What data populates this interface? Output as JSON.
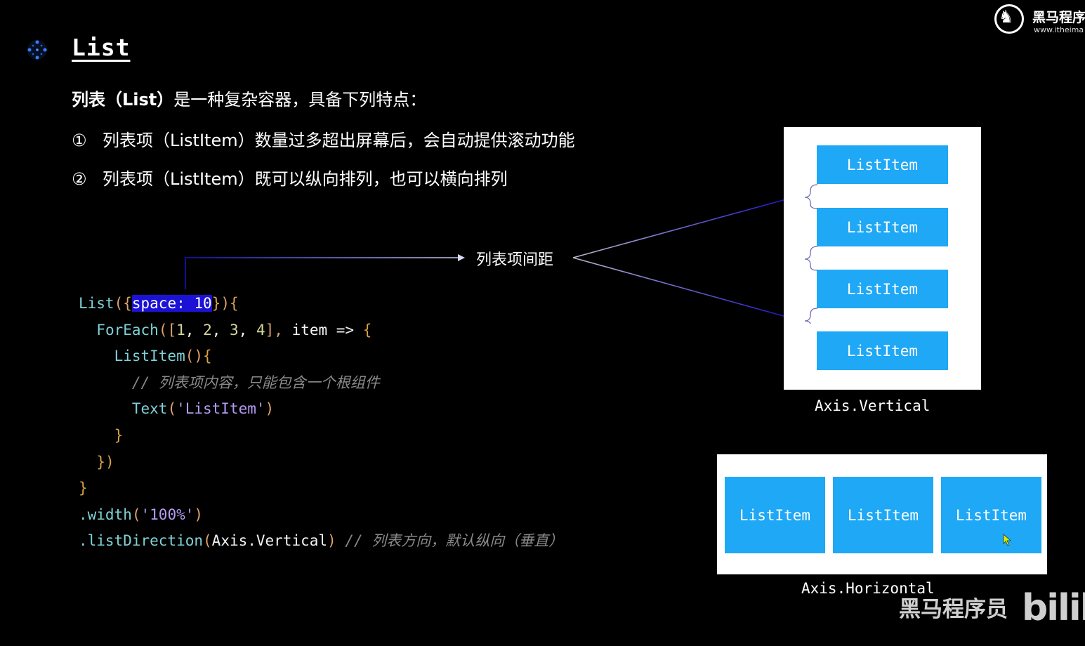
{
  "slide": {
    "title": "List",
    "intro": {
      "term": "列表（List）",
      "text": "是一种复杂容器，具备下列特点："
    },
    "features": [
      {
        "num": "①",
        "text": "列表项（ListItem）数量过多超出屏幕后，会自动提供滚动功能"
      },
      {
        "num": "②",
        "text": "列表项（ListItem）既可以纵向排列，也可以横向排列"
      }
    ],
    "annotation": "列表项间距",
    "code": {
      "l1_fn": "List",
      "l1_open": "({",
      "l1_key": "space: 10",
      "l1_close": "})",
      "l1_brace": "{",
      "l2_fn": "ForEach",
      "l2_args_open": "([",
      "l2_n1": "1",
      "l2_n2": "2",
      "l2_n3": "3",
      "l2_n4": "4",
      "l2_sep": ", ",
      "l2_args_close": "],",
      "l2_item": " item => ",
      "l2_brace": "{",
      "l3_fn": "ListItem",
      "l3_par": "()",
      "l3_brace": "{",
      "l4_comment": "// 列表项内容，只能包含一个根组件",
      "l5_fn": "Text",
      "l5_open": "(",
      "l5_str": "'ListItem'",
      "l5_close": ")",
      "l6": "}",
      "l7": "})",
      "l8": "}",
      "l9_fn": ".width",
      "l9_open": "(",
      "l9_str": "'100%'",
      "l9_close": ")",
      "l10_fn": ".listDirection",
      "l10_open": "(",
      "l10_arg": "Axis.Vertical",
      "l10_close": ")",
      "l10_comment": " // 列表方向，默认纵向（垂直）"
    },
    "vertical_demo": {
      "items": [
        "ListItem",
        "ListItem",
        "ListItem",
        "ListItem"
      ],
      "label": "Axis.Vertical"
    },
    "horizontal_demo": {
      "items": [
        "ListItem",
        "ListItem",
        "ListItem"
      ],
      "label": "Axis.Horizontal"
    }
  },
  "branding": {
    "logo_name": "黑马程序",
    "logo_url": "www.itheima",
    "watermark": "黑马程序员",
    "bili": "bilib"
  },
  "colors": {
    "background": "#000000",
    "item_blue": "#1ea8f5",
    "highlight": "#1b12d6",
    "arrow_blue": "#1a10c8"
  }
}
